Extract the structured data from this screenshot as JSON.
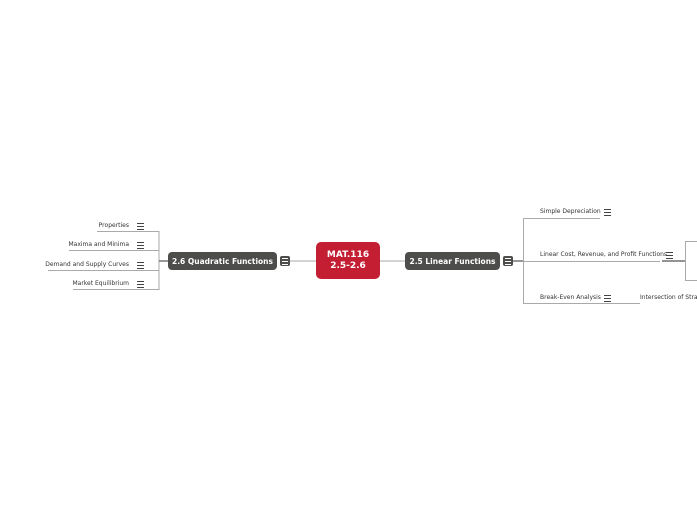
{
  "center": {
    "line1": "MAT.116",
    "line2": "2.5-2.6",
    "color": "#c41e33"
  },
  "left": {
    "title": "2.6 Quadratic Functions",
    "items": [
      "Properties",
      "Maxima and Minima",
      "Demand and Supply Curves",
      "Market Equilibrium"
    ]
  },
  "right": {
    "title": "2.5 Linear Functions",
    "items": [
      "Simple Depreciation",
      "Linear Cost, Revenue, and Profit Functions",
      "Break-Even Analysis"
    ],
    "sub_item": "Intersection of Straight Lines"
  }
}
